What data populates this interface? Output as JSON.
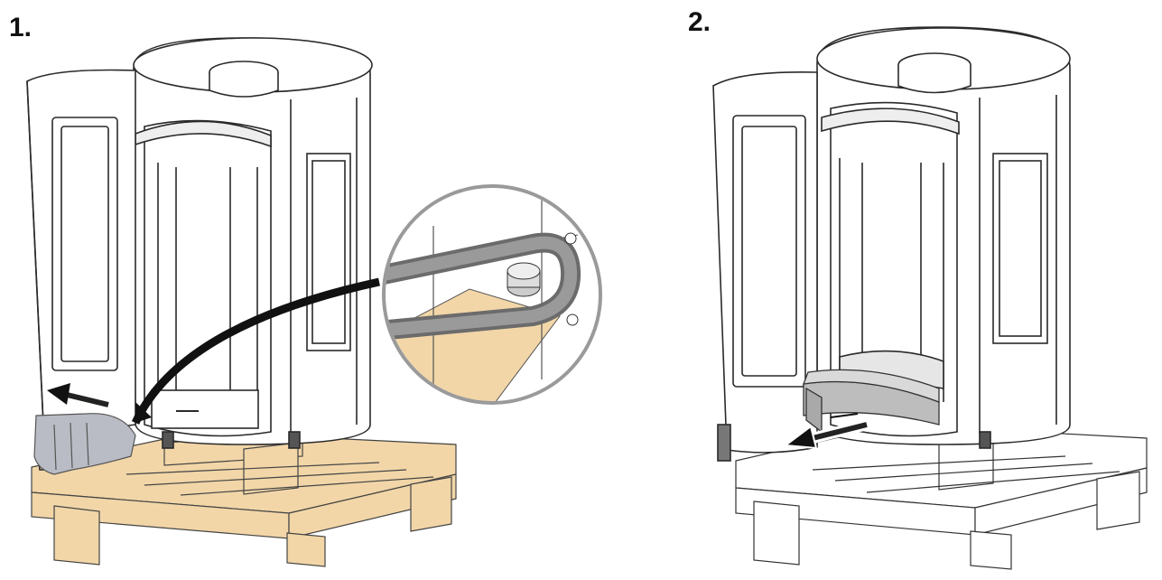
{
  "steps": [
    {
      "label": "1."
    },
    {
      "label": "2."
    }
  ],
  "colors": {
    "wood": "#f2d6a8",
    "wood_edge": "#444444",
    "stove_line": "#2a2a2a",
    "stove_fill": "#ffffff",
    "ash_pan": "#c8c8c8",
    "arrow": "#111111",
    "glove": "#b9bcc4"
  },
  "icons": [
    "curved-arrow-icon",
    "pull-arrow-icon",
    "magnifier-detail"
  ]
}
